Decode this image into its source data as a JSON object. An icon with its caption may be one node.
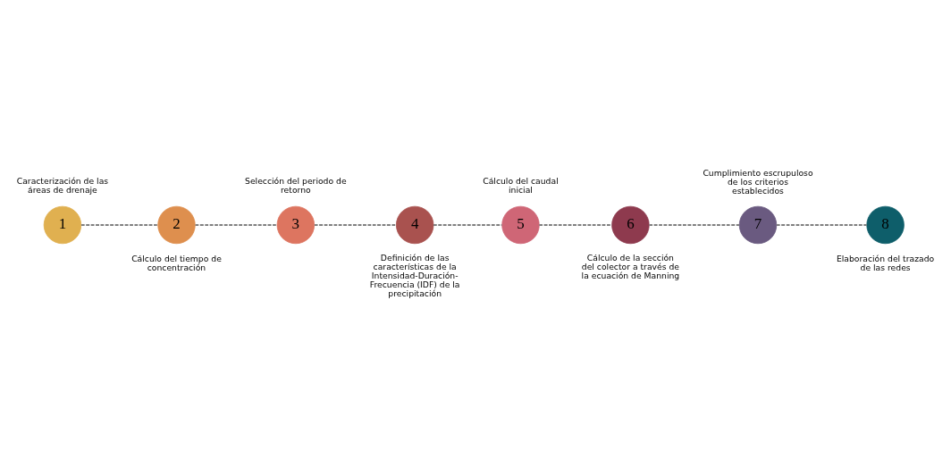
{
  "diagram": {
    "nodes": [
      {
        "text": [
          "1"
        ],
        "beside": [
          "Caracterización de las áreas de drenaje"
        ]
      },
      {
        "text": [
          "2"
        ],
        "beside": [
          "Cálculo del tiempo de concentración"
        ]
      },
      {
        "text": [
          "3"
        ],
        "beside": [
          "Selección del periodo de retorno"
        ]
      },
      {
        "text": [
          "4"
        ],
        "beside": [
          "Definición de las características de la Intensidad-Duración-Frecuencia (IDF) de la precipitación"
        ]
      },
      {
        "text": [
          "5"
        ],
        "beside": [
          "Cálculo del caudal inicial"
        ]
      },
      {
        "text": [
          "6"
        ],
        "beside": [
          "Cálculo de la sección del colector a través de la ecuación de Manning"
        ]
      },
      {
        "text": [
          "7"
        ],
        "beside": [
          "Cumplimiento escrupuloso de los criterios establecidos"
        ]
      },
      {
        "text": [
          "8"
        ],
        "beside": [
          "Elaboración del trazado de las redes"
        ]
      }
    ],
    "edges": [
      {
        "from": 0,
        "to": 1,
        "arrow": "none",
        "style": "dashed"
      },
      {
        "from": 1,
        "to": 2,
        "arrow": "none",
        "style": "dashed"
      },
      {
        "from": 2,
        "to": 3,
        "arrow": "none",
        "style": "dashed"
      },
      {
        "from": 3,
        "to": 4,
        "arrow": "none",
        "style": "dashed"
      },
      {
        "from": 4,
        "to": 5,
        "arrow": "none",
        "style": "dashed"
      },
      {
        "from": 5,
        "to": 6,
        "arrow": "none",
        "style": "dashed"
      },
      {
        "from": 6,
        "to": 7,
        "arrow": "none",
        "style": "dashed"
      }
    ]
  }
}
